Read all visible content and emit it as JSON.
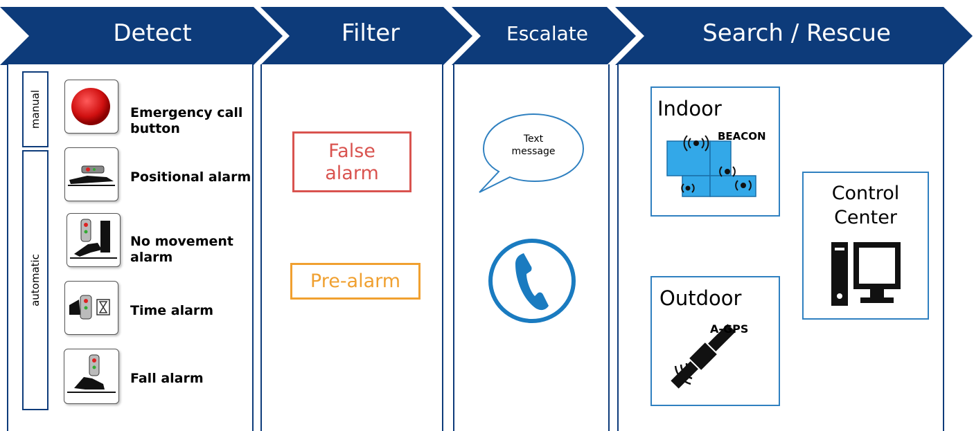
{
  "header": {
    "stages": [
      "Detect",
      "Filter",
      "Escalate",
      "Search / Rescue"
    ]
  },
  "detect": {
    "manual_label": "manual",
    "automatic_label": "automatic",
    "items": [
      {
        "label_line1": "Emergency call",
        "label_line2": "button",
        "icon": "red-button-icon"
      },
      {
        "label_line1": "Positional alarm",
        "label_line2": "",
        "icon": "positional-alarm-icon"
      },
      {
        "label_line1": "No movement",
        "label_line2": "alarm",
        "icon": "no-movement-icon"
      },
      {
        "label_line1": "Time alarm",
        "label_line2": "",
        "icon": "time-alarm-icon"
      },
      {
        "label_line1": "Fall alarm",
        "label_line2": "",
        "icon": "fall-alarm-icon"
      }
    ]
  },
  "filter": {
    "false_alarm_line1": "False",
    "false_alarm_line2": "alarm",
    "pre_alarm": "Pre-alarm",
    "colors": {
      "false_alarm": "#d9534f",
      "pre_alarm": "#f0a030"
    }
  },
  "escalate": {
    "bubble_line1": "Text",
    "bubble_line2": "message",
    "phone_icon": "phone-icon"
  },
  "search_rescue": {
    "indoor_title": "Indoor",
    "beacon_label": "BEACON",
    "outdoor_title": "Outdoor",
    "gps_label": "A-GPS",
    "control_line1": "Control",
    "control_line2": "Center",
    "computer_icon": "computer-icon"
  },
  "colors": {
    "navy": "#0d3b7a",
    "accent_blue": "#2f80c0",
    "beacon_blue": "#33a8e8"
  }
}
